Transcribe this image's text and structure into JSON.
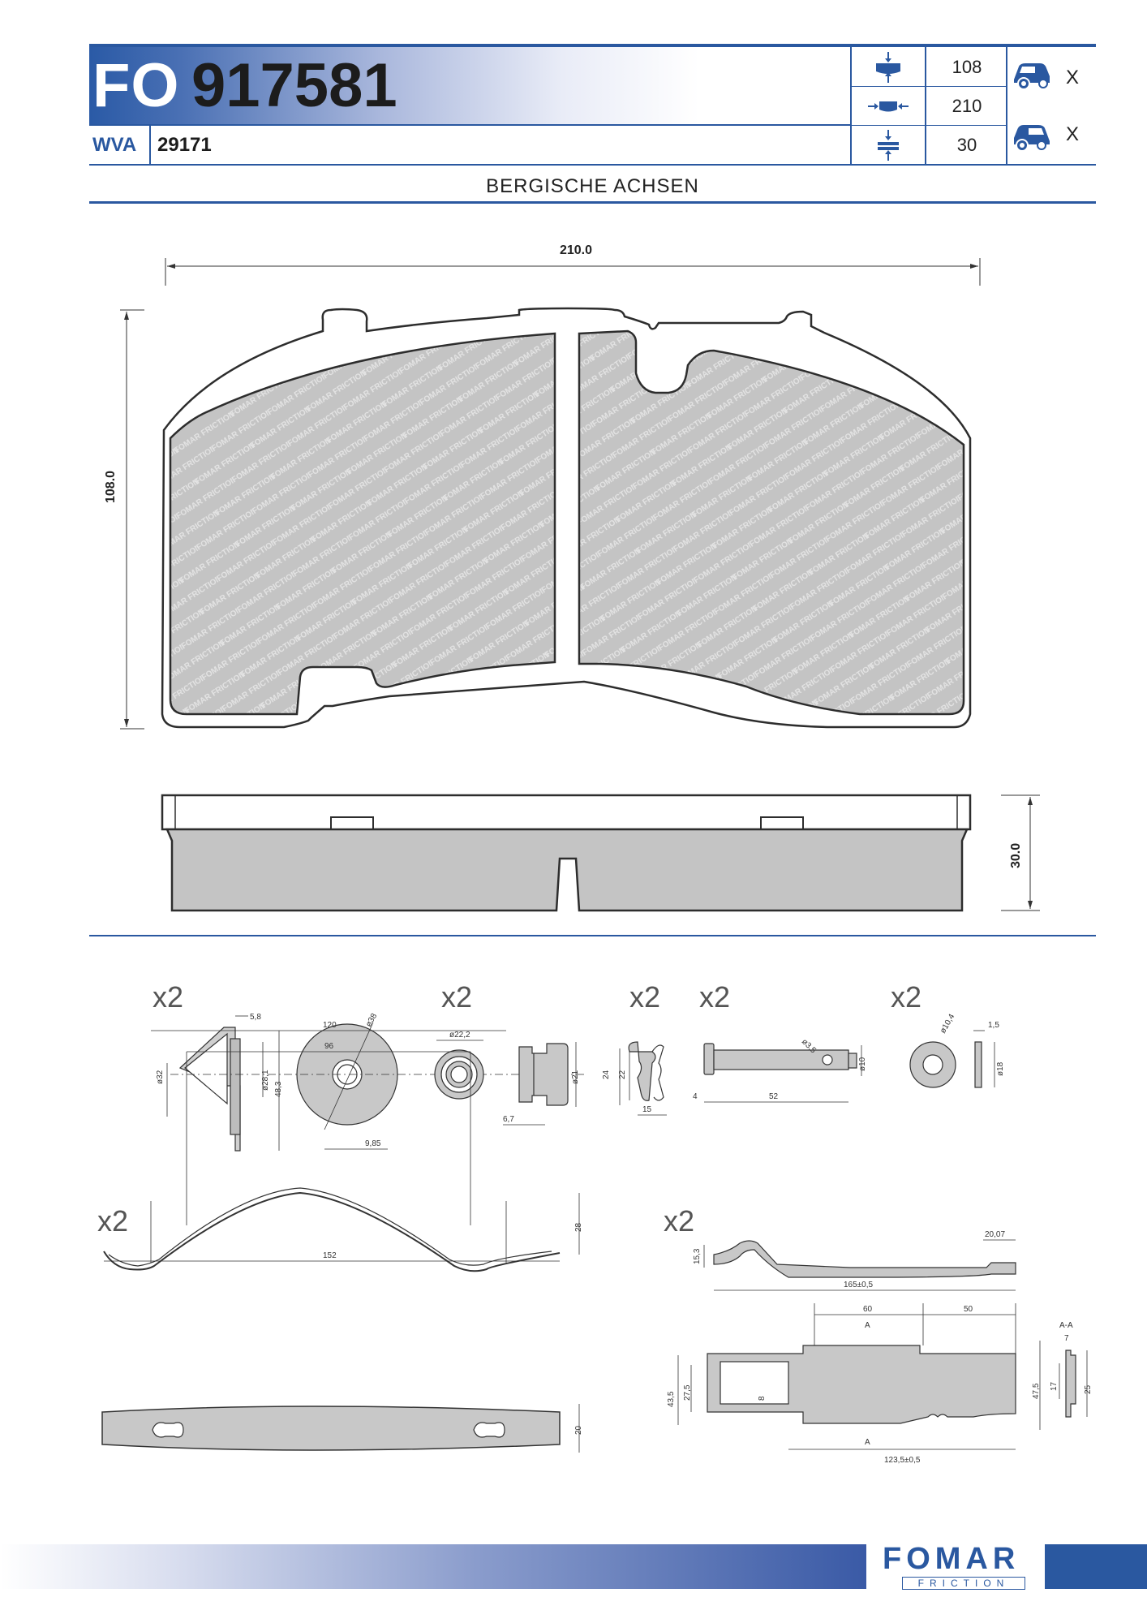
{
  "header": {
    "brand_prefix": "FO",
    "part_number": "917581",
    "wva_label": "WVA",
    "wva_number": "29171",
    "dimensions": [
      {
        "icon": "pad-height-icon",
        "value": "108"
      },
      {
        "icon": "pad-width-icon",
        "value": "210"
      },
      {
        "icon": "pad-thickness-icon",
        "value": "30"
      }
    ],
    "vehicles": [
      {
        "icon": "rear-car-icon",
        "mark": "X"
      },
      {
        "icon": "front-car-icon",
        "mark": "X"
      }
    ]
  },
  "application": "BERGISCHE ACHSEN",
  "drawing": {
    "width_label": "210.0",
    "height_label": "108.0",
    "thickness_label": "30.0",
    "watermark_word": "FOMAR FRICTION"
  },
  "accessories": {
    "qty_labels": [
      "x2",
      "x2",
      "x2",
      "x2",
      "x2",
      "x2",
      "x2"
    ],
    "clip": {
      "d1": "5,8",
      "d2": "ø32",
      "d3": "ø28,1",
      "d4": "48,3"
    },
    "washer_big": {
      "d1": "ø38",
      "d2": "9,85"
    },
    "bushing": {
      "d1": "ø22,2",
      "d2": "ø21",
      "d3": "6,7"
    },
    "spring_clip": {
      "d1": "24",
      "d2": "22",
      "d3": "15"
    },
    "pin": {
      "d1": "ø3,5",
      "d2": "ø10",
      "d3": "4",
      "d4": "52"
    },
    "washer_small": {
      "d1": "ø10,4",
      "d2": "1,5",
      "d3": "ø18"
    },
    "spring": {
      "d1": "120",
      "d2": "96",
      "d3": "28",
      "d4": "152",
      "d5": "20"
    },
    "retainer": {
      "d1": "20,07",
      "d2": "15,3",
      "d3": "165±0,5",
      "d4": "60",
      "d5": "50",
      "d6": "A-A",
      "d7": "7",
      "d8": "43,5",
      "d9": "27,5",
      "d10": "8",
      "d11": "47,5",
      "d12": "17",
      "d13": "25",
      "d14": "123,5±0,5",
      "d15": "A",
      "d16": "A"
    }
  },
  "footer": {
    "logo": "FOMAR",
    "logo_sub": "FRICTION"
  },
  "colors": {
    "brand": "#2a58a0",
    "pad_fill": "#c4c4c4"
  }
}
